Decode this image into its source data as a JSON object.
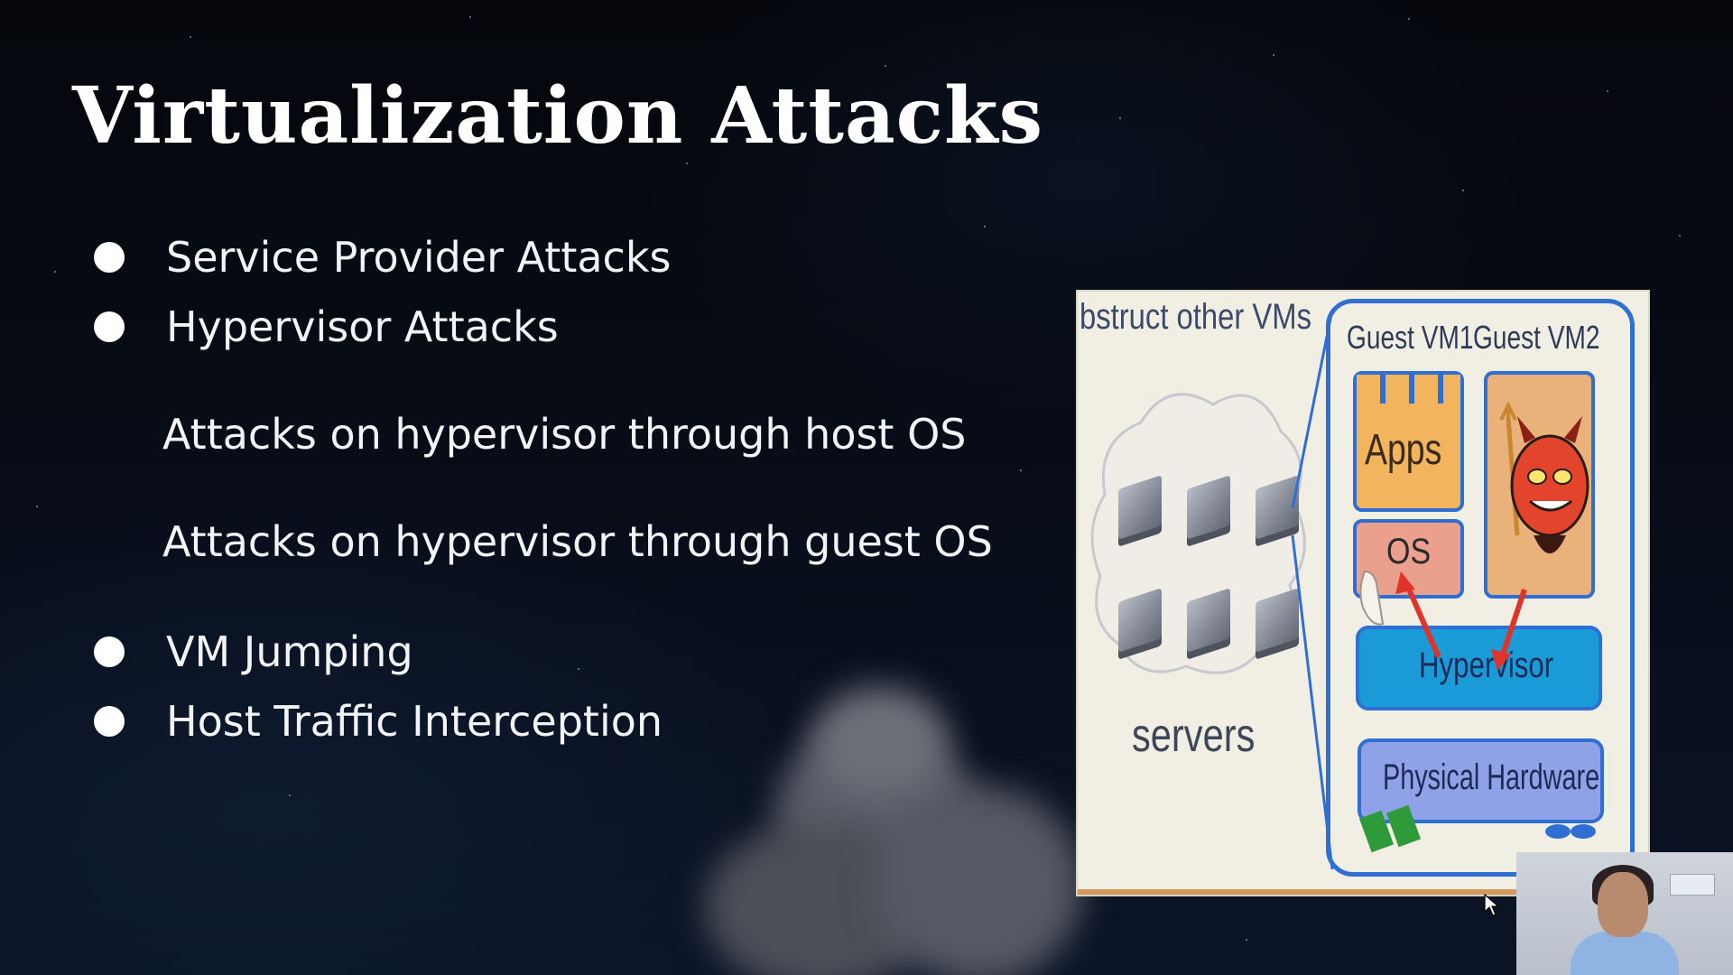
{
  "slide": {
    "title": "Virtualization Attacks",
    "bullets": [
      "Service Provider Attacks",
      "Hypervisor Attacks"
    ],
    "sub_items": [
      "Attacks on hypervisor through host OS",
      "Attacks on hypervisor through guest OS"
    ],
    "bullets_after": [
      "VM Jumping",
      "Host Traffic Interception"
    ]
  },
  "diagram": {
    "top_text": "bstruct other VMs",
    "servers_label": "servers",
    "guest_vm1": "Guest VM1",
    "guest_vm2": "Guest VM2",
    "apps_label": "Apps",
    "os_label": "OS",
    "hypervisor_label": "Hypervisor",
    "physical_label": "Physical Hardware"
  },
  "colors": {
    "background": "#05080f",
    "title_text": "#ffffff",
    "body_text": "#f2f4f8",
    "diagram_frame": "#2f6fd3",
    "hypervisor_fill": "#1a9ad6",
    "hardware_fill": "#8fa2e8",
    "apps_fill": "#f3b45e",
    "os_fill": "#eba08e",
    "arrow": "#e0342a"
  },
  "icons": [
    "bullet-dot-icon",
    "server-icon",
    "devil-icon",
    "pointer-hand-icon",
    "mouse-cursor-icon"
  ]
}
